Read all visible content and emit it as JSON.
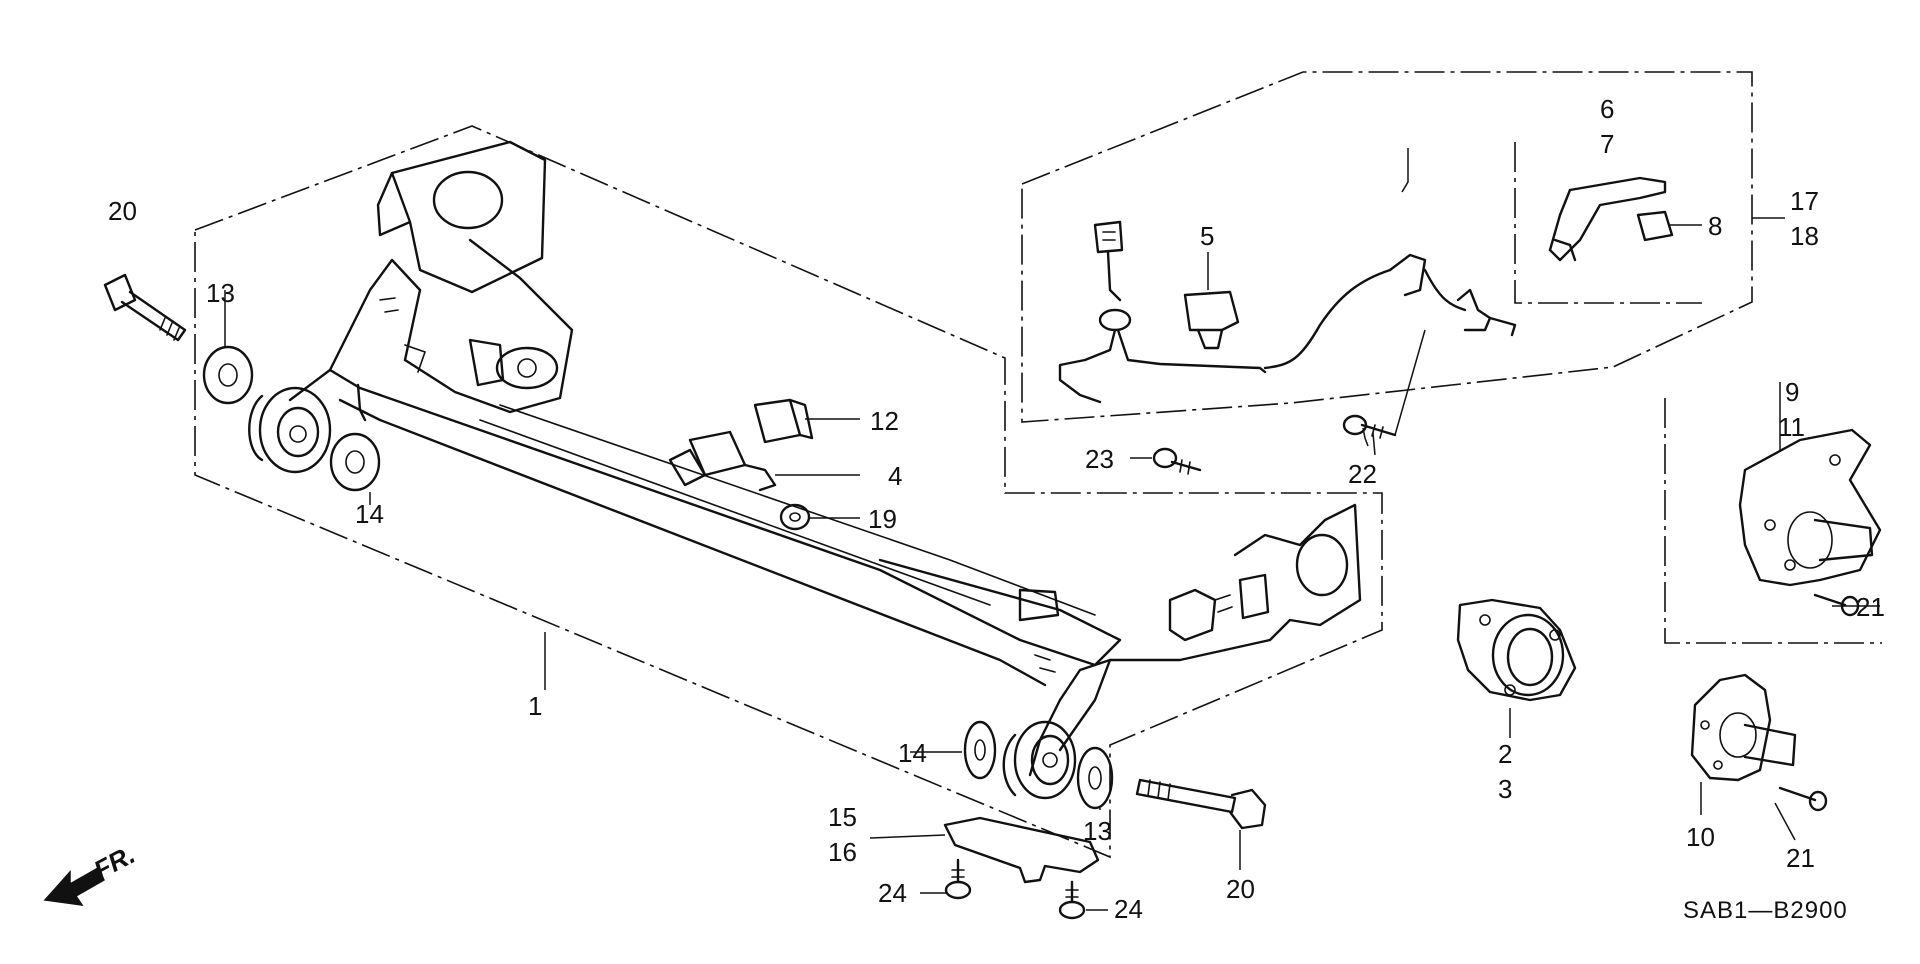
{
  "diagram": {
    "callouts": {
      "c1": "1",
      "c2": "2",
      "c3": "3",
      "c4": "4",
      "c5": "5",
      "c6": "6",
      "c7": "7",
      "c8": "8",
      "c9": "9",
      "c10": "10",
      "c11": "11",
      "c12": "12",
      "c13a": "13",
      "c13b": "13",
      "c14a": "14",
      "c14b": "14",
      "c15": "15",
      "c16": "16",
      "c17": "17",
      "c18": "18",
      "c19": "19",
      "c20a": "20",
      "c20b": "20",
      "c21a": "21",
      "c21b": "21",
      "c22": "22",
      "c23": "23",
      "c24a": "24",
      "c24b": "24"
    },
    "direction_label": "FR.",
    "drawing_code": "SAB1—B2900"
  }
}
